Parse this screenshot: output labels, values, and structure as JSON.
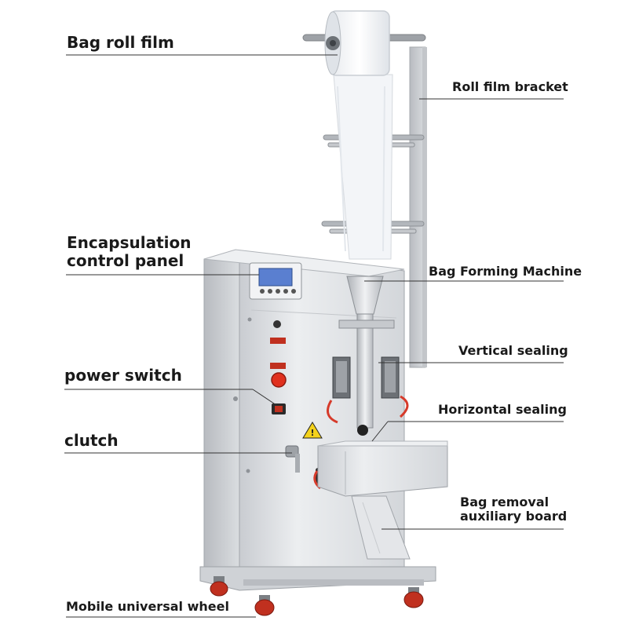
{
  "labels": {
    "bag_roll_film": "Bag roll film",
    "roll_film_bracket": "Roll film bracket",
    "encapsulation_control_panel": [
      "Encapsulation",
      "control panel"
    ],
    "bag_forming_machine": "Bag Forming Machine",
    "vertical_sealing": "Vertical sealing",
    "power_switch": "power switch",
    "horizontal_sealing": "Horizontal sealing",
    "clutch": "clutch",
    "bag_removal_auxiliary_board": [
      "Bag removal",
      "auxiliary board"
    ],
    "mobile_universal_wheel": "Mobile universal wheel"
  },
  "colors": {
    "machine_body": "#dfe1e4",
    "machine_shadow": "#b9bcc1",
    "film": "#f3f5f8",
    "power_button": "#e0301e",
    "wheel": "#c0301f",
    "display": "#5a7fd0",
    "leader_line": "#333333"
  }
}
